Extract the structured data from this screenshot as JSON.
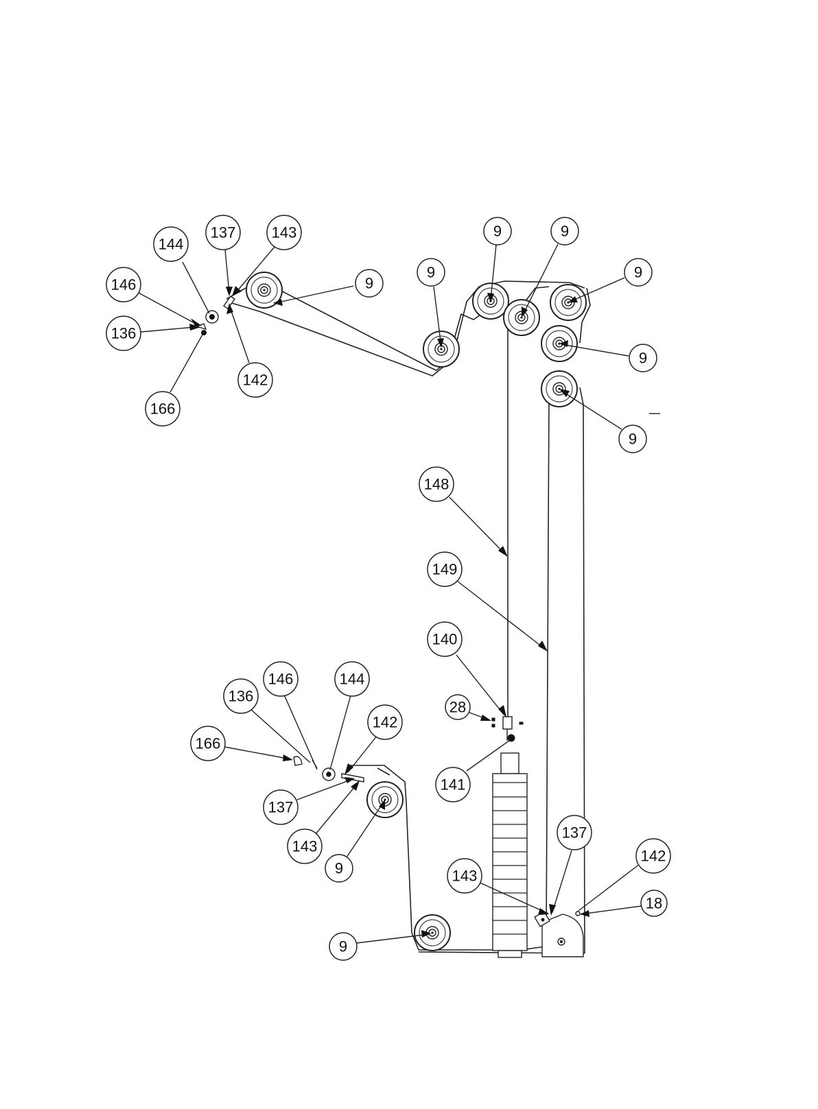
{
  "callouts": {
    "top_144": "144",
    "top_137": "137",
    "top_143": "143",
    "top_146": "146",
    "top_136": "136",
    "top_142": "142",
    "top_166": "166",
    "p9_a": "9",
    "p9_b": "9",
    "p9_c": "9",
    "p9_d": "9",
    "p9_e": "9",
    "p9_f": "9",
    "p9_g": "9",
    "p9_h": "9",
    "p9_i": "9",
    "c148": "148",
    "c149": "149",
    "c140": "140",
    "c28": "28",
    "c141": "141",
    "bot_146": "146",
    "bot_144": "144",
    "bot_136": "136",
    "bot_142": "142",
    "bot_166": "166",
    "bot_137": "137",
    "bot_143": "143",
    "r137": "137",
    "r142": "142",
    "r143": "143",
    "r18": "18"
  }
}
